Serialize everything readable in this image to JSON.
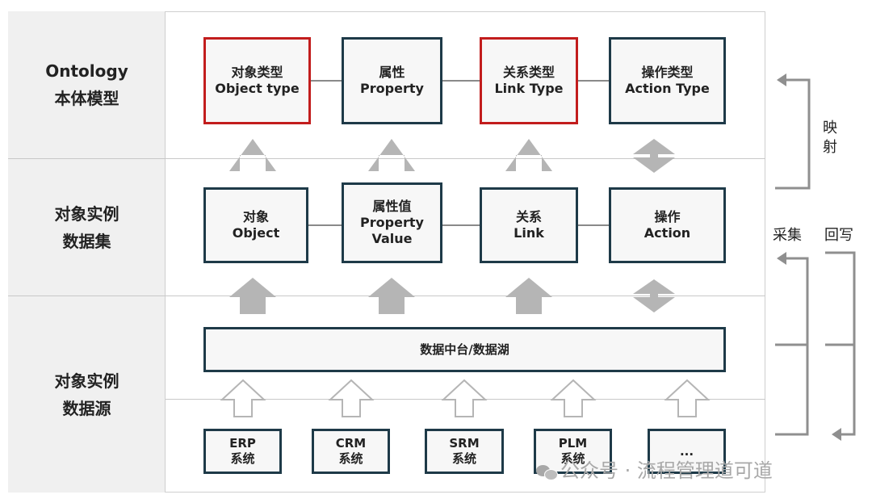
{
  "rows": {
    "ontology": {
      "line1": "Ontology",
      "line2": "本体模型"
    },
    "instances": {
      "line1": "对象实例",
      "line2": "数据集"
    },
    "sources": {
      "line1": "对象实例",
      "line2": "数据源"
    }
  },
  "ontology_boxes": [
    {
      "zh": "对象类型",
      "en": "Object type"
    },
    {
      "zh": "属性",
      "en": "Property"
    },
    {
      "zh": "关系类型",
      "en": "Link Type"
    },
    {
      "zh": "操作类型",
      "en": "Action Type"
    }
  ],
  "instance_boxes": [
    {
      "zh": "对象",
      "en": "Object"
    },
    {
      "zh": "属性值",
      "en": "Property",
      "en2": "Value"
    },
    {
      "zh": "关系",
      "en": "Link"
    },
    {
      "zh": "操作",
      "en": "Action"
    }
  ],
  "platform": {
    "label": "数据中台/数据湖"
  },
  "source_systems": [
    {
      "name": "ERP",
      "sub": "系统"
    },
    {
      "name": "CRM",
      "sub": "系统"
    },
    {
      "name": "SRM",
      "sub": "系统"
    },
    {
      "name": "PLM",
      "sub": "系统"
    },
    {
      "name": "...",
      "sub": ""
    }
  ],
  "side": {
    "mapping_1": "映",
    "mapping_2": "射",
    "collect": "采集",
    "writeback": "回写"
  },
  "watermark": "公众号 · 流程管理道可道",
  "colors": {
    "box_border": "#1e3a48",
    "highlight_border": "#c21d1d",
    "arrow_fill": "#b5b5b5",
    "side_arrow": "#8f8f8f"
  }
}
